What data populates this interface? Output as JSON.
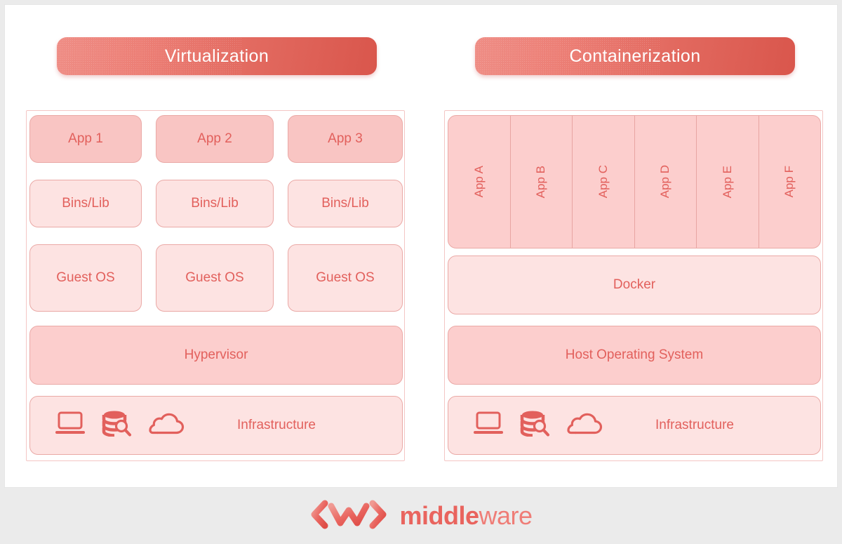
{
  "theme": {
    "page_bg": "#ebebeb",
    "card_bg": "#ffffff",
    "accent": "#e2605c",
    "pill_gradient_from": "#ef8e86",
    "pill_gradient_to": "#d9564c",
    "fill_strong": "#f9c5c3",
    "fill_mid": "#fccecd",
    "fill_soft": "#fde3e2",
    "border": "#eaa9a6"
  },
  "left": {
    "title": "Virtualization",
    "apps": [
      "App 1",
      "App 2",
      "App 3"
    ],
    "bins": [
      "Bins/Lib",
      "Bins/Lib",
      "Bins/Lib"
    ],
    "guest_os": [
      "Guest OS",
      "Guest OS",
      "Guest OS"
    ],
    "hypervisor": "Hypervisor",
    "infrastructure": "Infrastructure",
    "infra_icons": [
      "laptop-icon",
      "database-search-icon",
      "cloud-icon"
    ]
  },
  "right": {
    "title": "Containerization",
    "apps": [
      "App A",
      "App B",
      "App C",
      "App D",
      "App E",
      "App F"
    ],
    "docker": "Docker",
    "host_os": "Host Operating System",
    "infrastructure": "Infrastructure",
    "infra_icons": [
      "laptop-icon",
      "database-search-icon",
      "cloud-icon"
    ]
  },
  "logo": {
    "mark": "logo-mark-angle-brackets",
    "name_bold": "middle",
    "name_light": "ware"
  }
}
